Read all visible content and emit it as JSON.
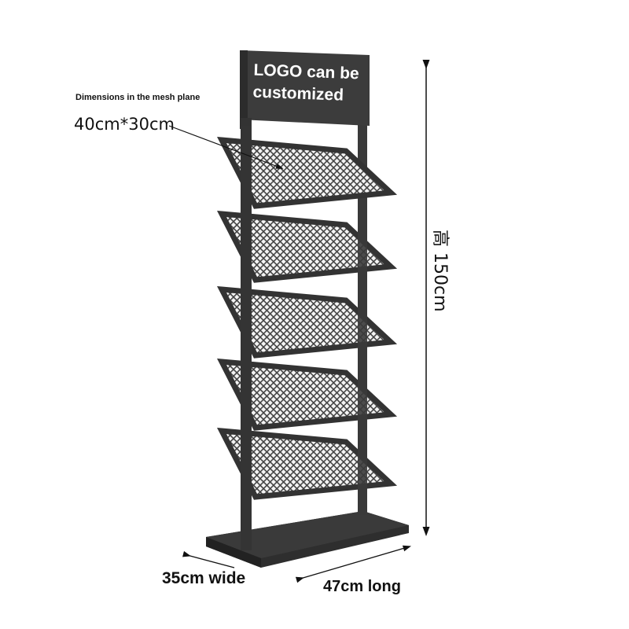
{
  "product": {
    "name": "Mesh magazine display rack",
    "shelf_count": 5,
    "colors": {
      "frame": "#333333",
      "mesh": "#555555",
      "base": "#2b2b2b",
      "background": "#ffffff"
    }
  },
  "sign": {
    "line1": "LOGO can be",
    "line2": "customized"
  },
  "annotations": {
    "mesh_title": "Dimensions in the mesh plane",
    "mesh_value": "40cm*30cm",
    "height": "高 150cm",
    "width": "35cm wide",
    "length": "47cm long"
  }
}
